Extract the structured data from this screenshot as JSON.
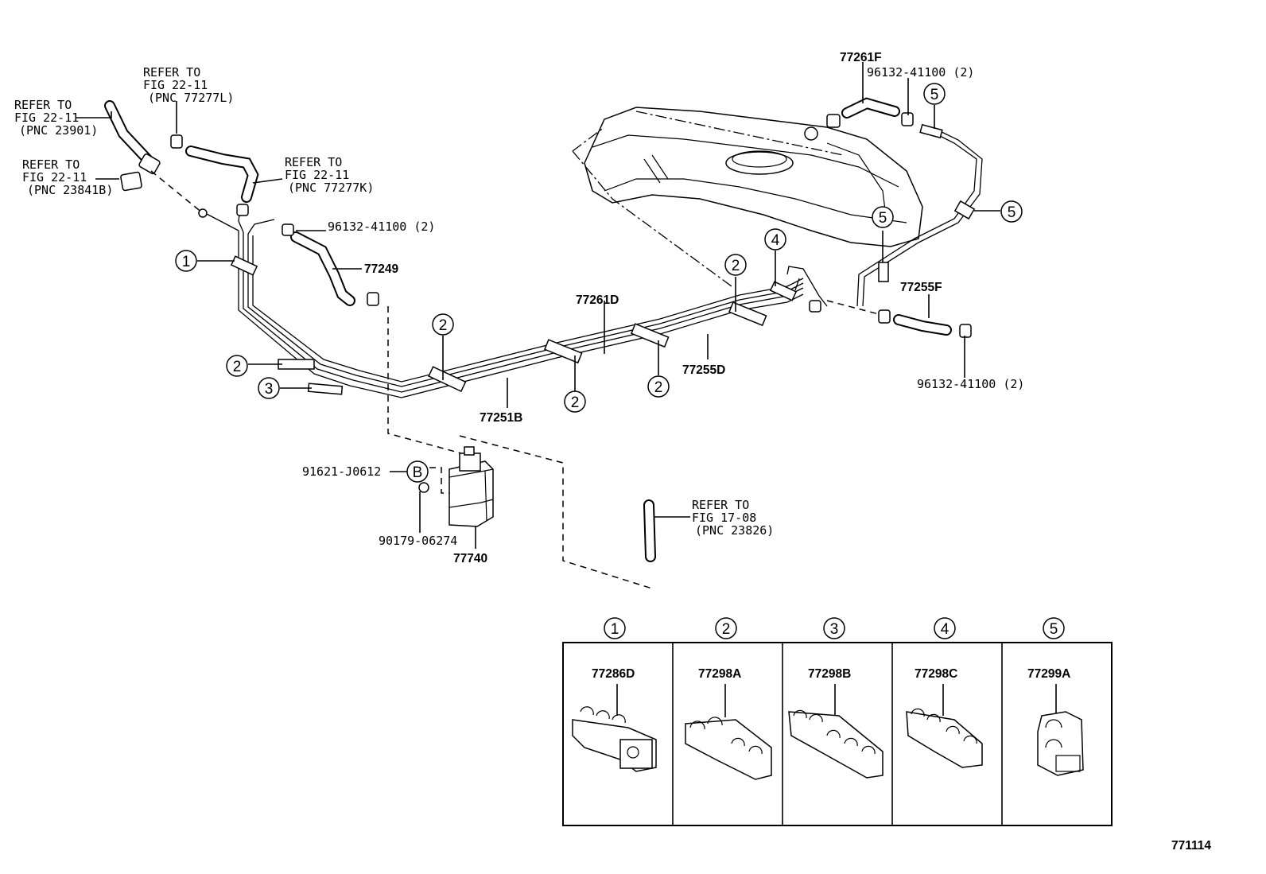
{
  "refs": {
    "r1": [
      "REFER TO",
      "FIG 22-11",
      "(PNC 23901)"
    ],
    "r2": [
      "REFER TO",
      "FIG 22-11",
      "(PNC 77277L)"
    ],
    "r3": [
      "REFER TO",
      "FIG 22-11",
      "(PNC 23841B)"
    ],
    "r4": [
      "REFER TO",
      "FIG 22-11",
      "(PNC 77277K)"
    ],
    "r5": [
      "REFER TO",
      "FIG 17-08",
      "(PNC 23826)"
    ]
  },
  "parts": {
    "p77261F": "77261F",
    "clip_tr": "96132-41100 (2)",
    "clip_mid": "96132-41100 (2)",
    "clip_br": "96132-41100 (2)",
    "p77249": "77249",
    "p77261D": "77261D",
    "p77255D": "77255D",
    "p77255F": "77255F",
    "p77251B": "77251B",
    "p91621": "91621-J0612",
    "p90179": "90179-06274",
    "p77740": "77740"
  },
  "callouts": {
    "one": "1",
    "two": "2",
    "three": "3",
    "four": "4",
    "five": "5",
    "b": "B"
  },
  "clamp_table": [
    {
      "num": "1",
      "part": "77286D"
    },
    {
      "num": "2",
      "part": "77298A"
    },
    {
      "num": "3",
      "part": "77298B"
    },
    {
      "num": "4",
      "part": "77298C"
    },
    {
      "num": "5",
      "part": "77299A"
    }
  ],
  "figure_id": "771114"
}
